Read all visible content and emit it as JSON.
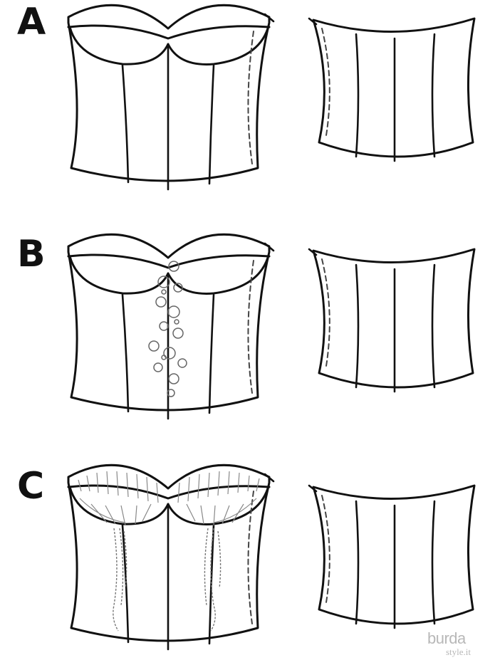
{
  "variants": [
    {
      "id": "A",
      "label": "A",
      "front": "plain",
      "back": "plain"
    },
    {
      "id": "B",
      "label": "B",
      "front": "floral-appliqué-center",
      "back": "plain"
    },
    {
      "id": "C",
      "label": "C",
      "front": "gathered-cups-with-ruching",
      "back": "plain"
    }
  ],
  "watermark": {
    "brand": "burda",
    "sub": "style.it"
  },
  "colors": {
    "line": "#111111",
    "background": "#ffffff",
    "watermark": "#b8b8b8"
  }
}
